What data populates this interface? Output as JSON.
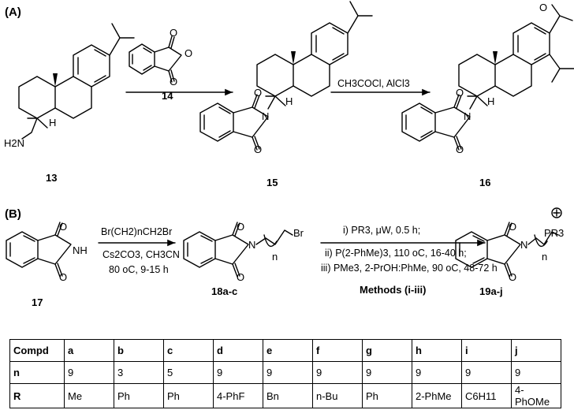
{
  "panel_a": {
    "label": "(A)",
    "compounds": {
      "c13": "13",
      "c14": "14",
      "c15": "15",
      "c16": "16"
    },
    "reagent_arrow2": "CH3COCl, AlCl3",
    "atoms": {
      "H": "H",
      "O": "O",
      "N": "N",
      "NH2": "H2N"
    }
  },
  "panel_b": {
    "label": "(B)",
    "compounds": {
      "c17": "17",
      "c18": "18a-c",
      "c19": "19a-j"
    },
    "atoms": {
      "NH": "NH",
      "Br": "Br",
      "PR3": "PR3",
      "n": "n"
    },
    "step1": {
      "line1": "Br(CH2)nCH2Br",
      "line2": "Cs2CO3, CH3CN",
      "line3": "80 oC, 9-15 h"
    },
    "step2": {
      "line1": "i) PR3, μW, 0.5 h;",
      "line2": "ii) P(2-PhMe)3, 110 oC, 16-40 h;",
      "line3": "iii) PMe3, 2-PrOH:PhMe, 90 oC, 48-72 h",
      "methods": "Methods (i-iii)"
    }
  },
  "table": {
    "header": [
      "Compd",
      "a",
      "b",
      "c",
      "d",
      "e",
      "f",
      "g",
      "h",
      "i",
      "j"
    ],
    "rows": [
      [
        "n",
        "9",
        "3",
        "5",
        "9",
        "9",
        "9",
        "9",
        "9",
        "9",
        "9"
      ],
      [
        "R",
        "Me",
        "Ph",
        "Ph",
        "4-PhF",
        "Bn",
        "n-Bu",
        "Ph",
        "2-PhMe",
        "C6H11",
        "4-PhOMe"
      ]
    ]
  }
}
